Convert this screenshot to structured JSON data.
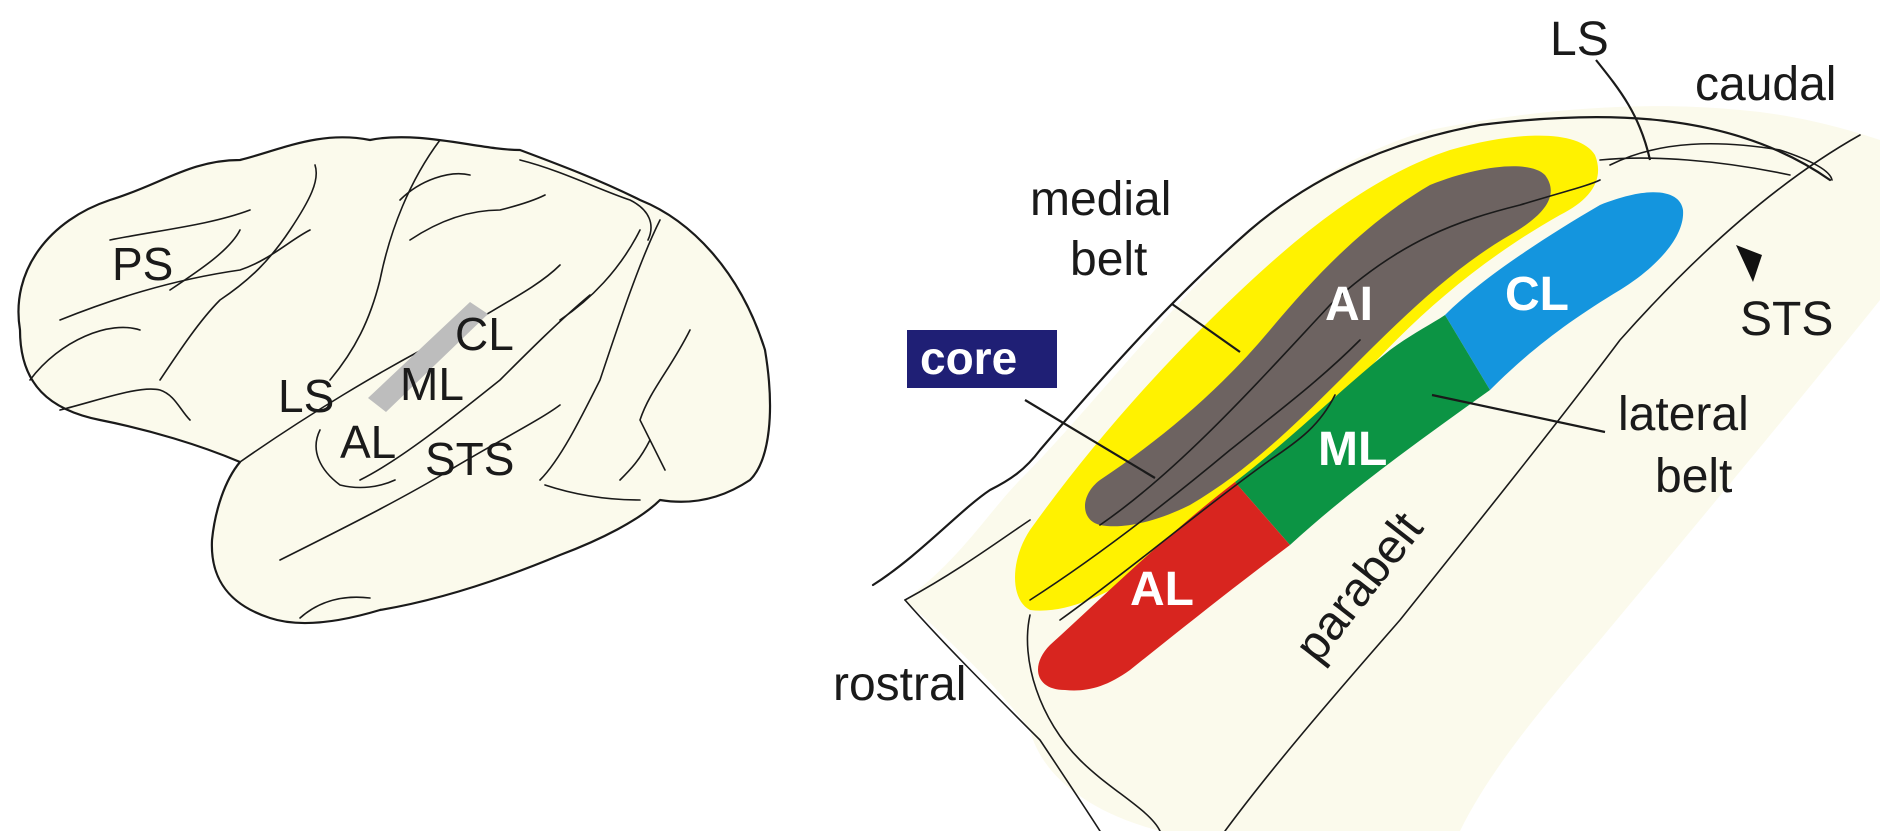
{
  "left_brain": {
    "labels": {
      "ps": "PS",
      "ls": "LS",
      "cl": "CL",
      "ml": "ML",
      "al": "AL",
      "sts": "STS"
    }
  },
  "right_detail": {
    "labels": {
      "ls": "LS",
      "caudal": "caudal",
      "medial_belt_line1": "medial",
      "medial_belt_line2": "belt",
      "core": "core",
      "ai": "AI",
      "cl": "CL",
      "ml": "ML",
      "al": "AL",
      "sts": "STS",
      "lateral_belt_line1": "lateral",
      "lateral_belt_line2": "belt",
      "parabelt": "parabelt",
      "rostral": "rostral"
    }
  },
  "colors": {
    "brain_fill": "#fbfaec",
    "medial_belt": "#fff200",
    "core": "#6d6361",
    "cl": "#1495de",
    "ml": "#0c9444",
    "al": "#d8251f",
    "core_badge": "#1f1f75",
    "auditory_strip": "#bdbdbd"
  }
}
